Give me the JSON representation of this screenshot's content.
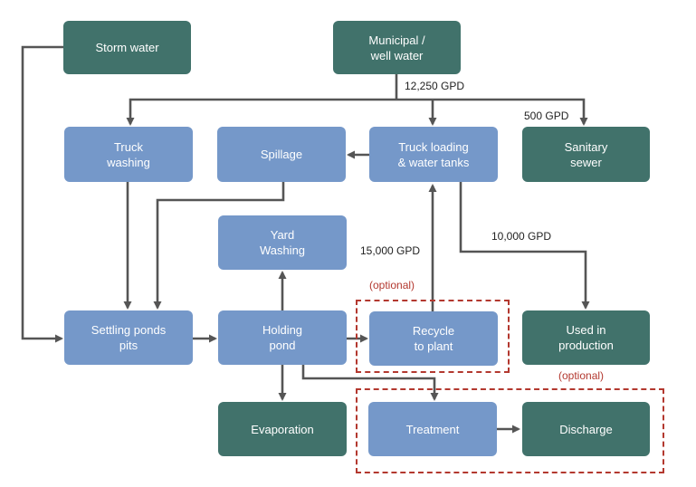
{
  "nodes": {
    "storm_water": "Storm water",
    "municipal_well_water": "Municipal /\nwell water",
    "truck_washing": "Truck\nwashing",
    "spillage": "Spillage",
    "truck_loading": "Truck loading\n& water tanks",
    "sanitary_sewer": "Sanitary\nsewer",
    "yard_washing": "Yard\nWashing",
    "settling_ponds": "Settling ponds\npits",
    "holding_pond": "Holding\npond",
    "recycle_to_plant": "Recycle\nto plant",
    "used_in_production": "Used in\nproduction",
    "evaporation": "Evaporation",
    "treatment": "Treatment",
    "discharge": "Discharge"
  },
  "flow_labels": {
    "municipal_supply": "12,250 GPD",
    "sanitary": "500 GPD",
    "recycle": "15,000 GPD",
    "production": "10,000 GPD"
  },
  "optional_labels": {
    "recycle": "(optional)",
    "treatment": "(optional)"
  },
  "colors": {
    "dark_node": "#41726b",
    "light_node": "#7598c9",
    "arrow": "#555555",
    "optional": "#b3382f"
  }
}
